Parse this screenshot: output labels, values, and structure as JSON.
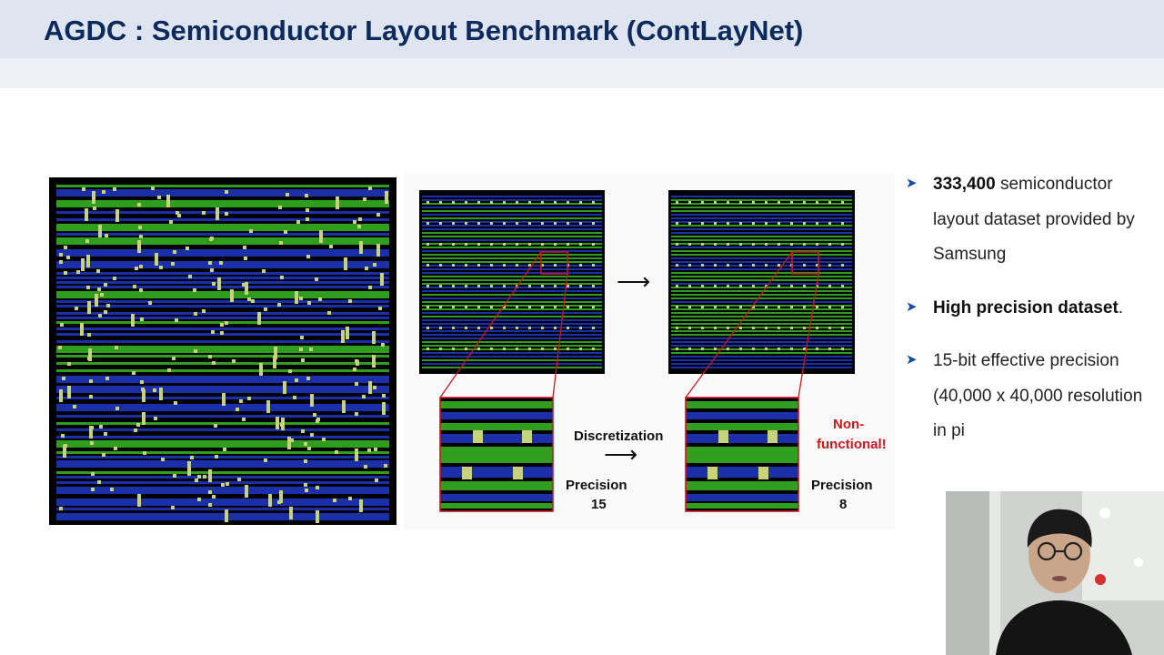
{
  "title": "AGDC : Semiconductor Layout Benchmark (ContLayNet)",
  "figure": {
    "arrow_top": "⟶",
    "discretization": "Discretization",
    "arrow_bottom": "⟶",
    "precision_left_label": "Precision",
    "precision_left_value": "15",
    "precision_right_label": "Precision",
    "precision_right_value": "8",
    "nonfunctional_line1": "Non-",
    "nonfunctional_line2": "functional!",
    "colors": {
      "blue": "#1b2fa8",
      "green": "#2f9e1e",
      "via": "#c8d27a",
      "highlight": "#d0151b"
    }
  },
  "bullets": [
    {
      "bold": "333,400",
      "text": " semiconductor layout dataset provided by Samsung"
    },
    {
      "bold": "High precision dataset",
      "text": "."
    },
    {
      "bold": "",
      "text": "15-bit effective precision (40,000 x 40,000 resolution in pi"
    }
  ],
  "bullet_icon": "arrowhead-bullet-icon",
  "webcam_icon": "presenter-webcam"
}
